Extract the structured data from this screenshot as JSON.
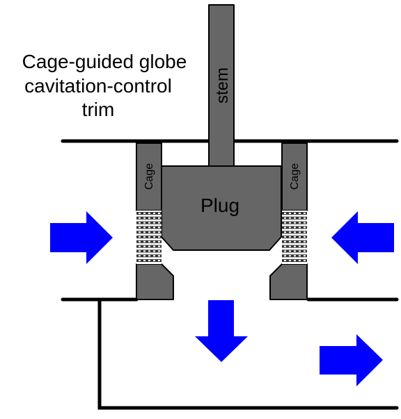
{
  "title_lines": [
    "Cage-guided globe",
    "cavitation-control",
    "trim"
  ],
  "labels": {
    "stem": "stem",
    "plug": "Plug",
    "cage_left": "Cage",
    "cage_right": "Cage"
  },
  "colors": {
    "metal": "#666666",
    "arrow": "#0000ff",
    "outline": "#000000"
  }
}
